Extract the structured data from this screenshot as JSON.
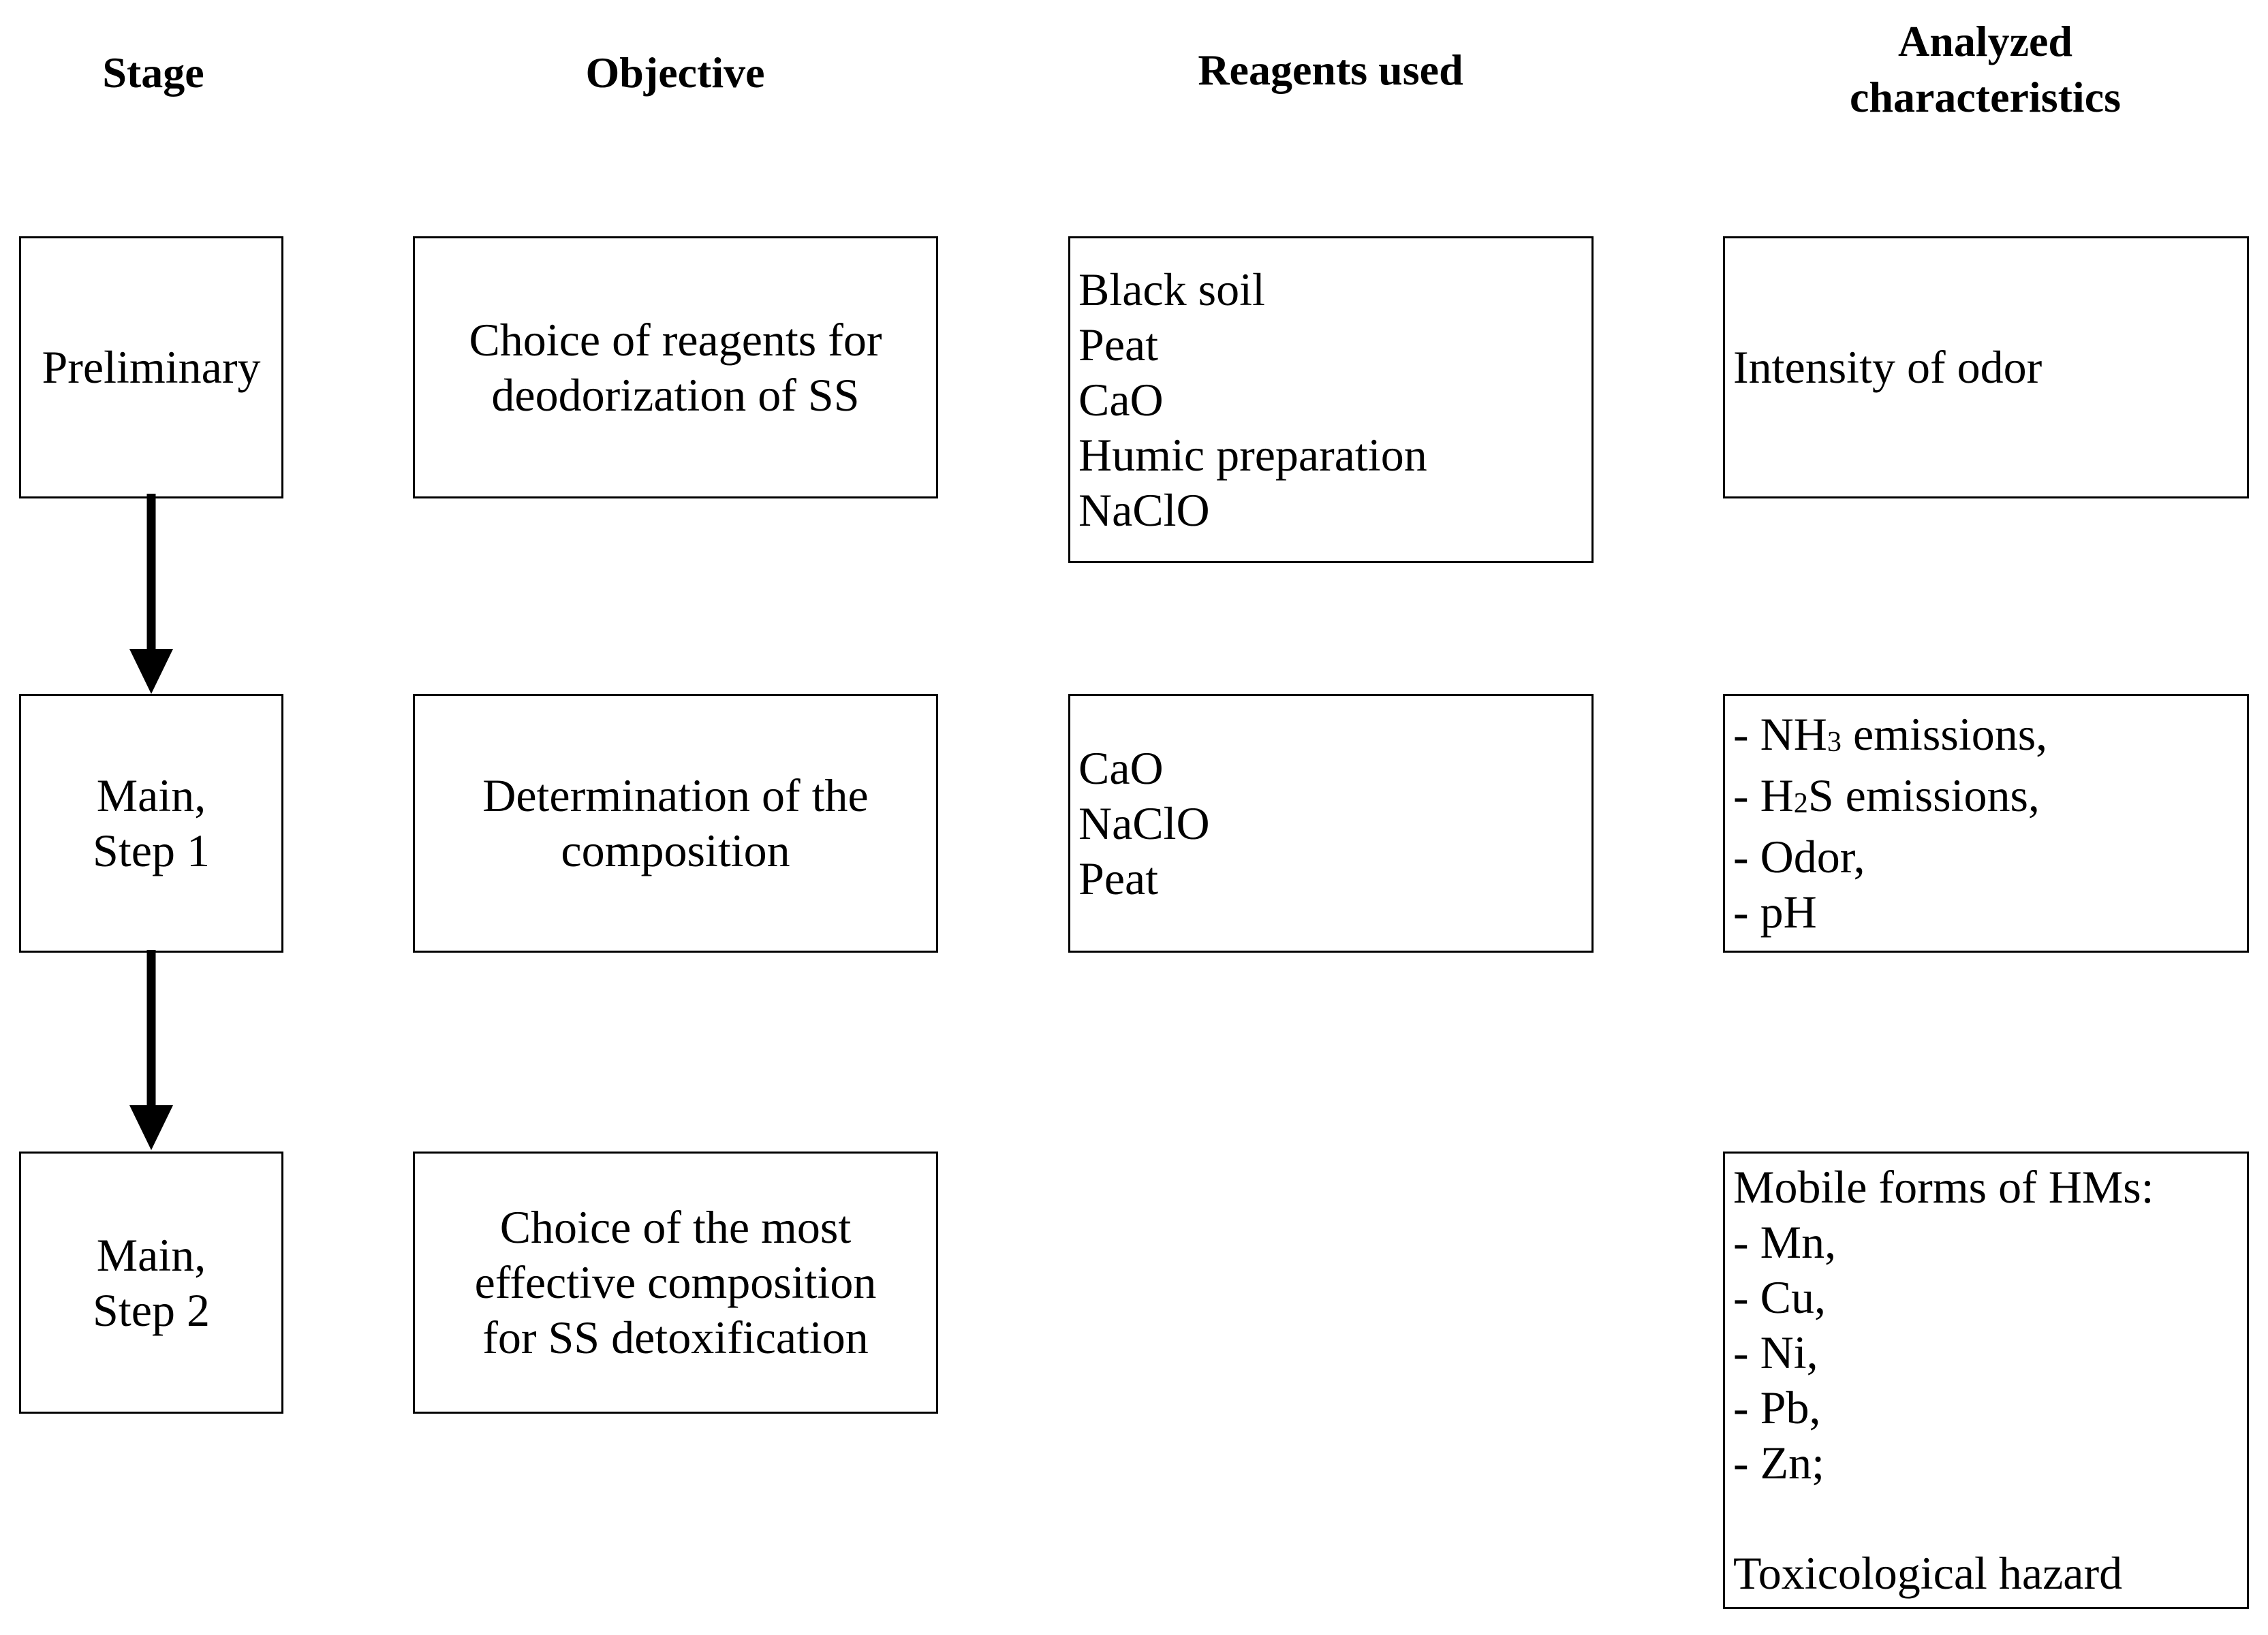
{
  "headers": {
    "stage": "Stage",
    "objective": "Objective",
    "reagents": "Reagents used",
    "analyzed_line1": "Analyzed",
    "analyzed_line2": "characteristics"
  },
  "rows": [
    {
      "stage": [
        "Preliminary"
      ],
      "objective": [
        "Choice of reagents for",
        "deodorization of SS"
      ],
      "reagents": [
        "Black soil",
        "Peat",
        "CaO",
        "Humic preparation",
        "NaClO"
      ],
      "analyzed": [
        {
          "pre": "Intensity of odor",
          "sub": "",
          "post": ""
        }
      ]
    },
    {
      "stage": [
        "Main,",
        "Step 1"
      ],
      "objective": [
        "Determination of the",
        "composition"
      ],
      "reagents": [
        "CaO",
        "NaClO",
        "Peat"
      ],
      "analyzed": [
        {
          "pre": "- NH",
          "sub": "3",
          "post": " emissions,"
        },
        {
          "pre": "- H",
          "sub": "2",
          "post": "S emissions,"
        },
        {
          "pre": "- Odor,",
          "sub": "",
          "post": ""
        },
        {
          "pre": "- pH",
          "sub": "",
          "post": ""
        }
      ]
    },
    {
      "stage": [
        "Main,",
        "Step 2"
      ],
      "objective": [
        "Choice of the most",
        "effective composition",
        "for SS detoxification"
      ],
      "analyzed": [
        {
          "pre": "Mobile forms of HMs:",
          "sub": "",
          "post": ""
        },
        {
          "pre": "- Mn,",
          "sub": "",
          "post": ""
        },
        {
          "pre": "- Cu,",
          "sub": "",
          "post": ""
        },
        {
          "pre": "- Ni,",
          "sub": "",
          "post": ""
        },
        {
          "pre": "- Pb,",
          "sub": "",
          "post": ""
        },
        {
          "pre": "- Zn;",
          "sub": "",
          "post": ""
        },
        {
          "pre": " ",
          "sub": "",
          "post": ""
        },
        {
          "pre": "Toxicological hazard",
          "sub": "",
          "post": ""
        }
      ]
    }
  ]
}
